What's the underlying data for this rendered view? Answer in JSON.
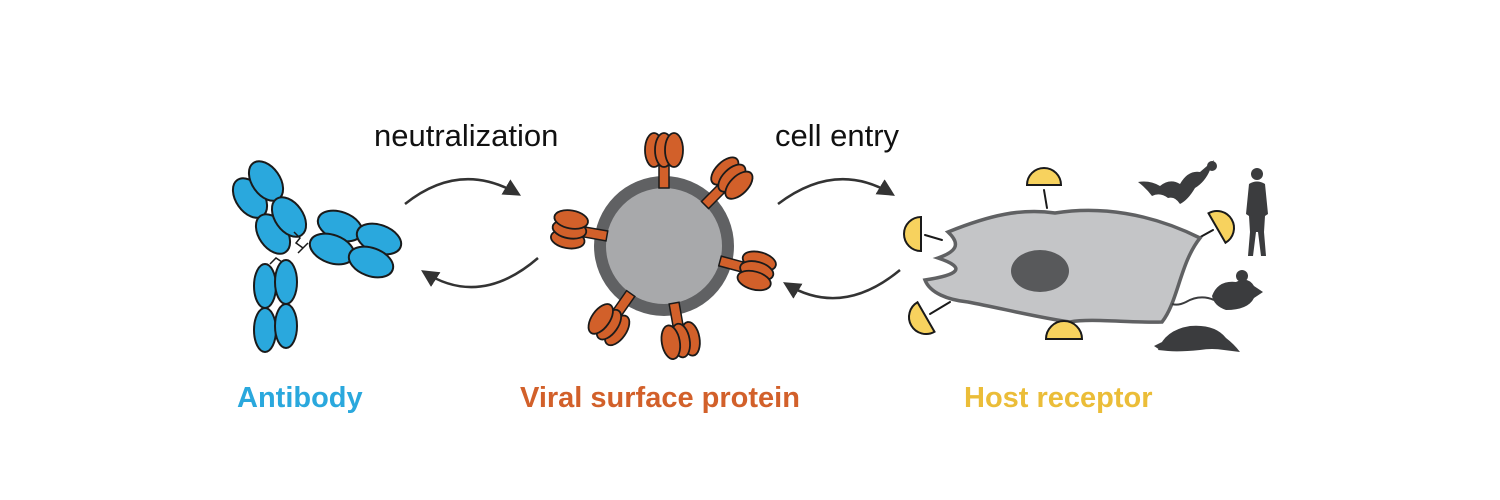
{
  "labels": {
    "neutralization": "neutralization",
    "cell_entry": "cell entry",
    "antibody": "Antibody",
    "viral_surface_protein": "Viral surface protein",
    "host_receptor": "Host receptor"
  },
  "colors": {
    "antibody": "#2aa8dd",
    "viral_protein": "#d2602a",
    "host_receptor": "#ebbd38",
    "receptor_fill": "#f7d25e",
    "virus_core": "#a8a9ab",
    "virus_envelope": "#606163",
    "cell_body": "#c4c5c7",
    "cell_outline": "#606163",
    "nucleus": "#58595b",
    "silhouette": "#3b3c3e",
    "arrow": "#333333"
  },
  "icons": [
    "antibody-icon",
    "virus-icon",
    "host-cell-icon",
    "bat-icon",
    "human-icon",
    "mouse-icon",
    "pangolin-icon"
  ]
}
